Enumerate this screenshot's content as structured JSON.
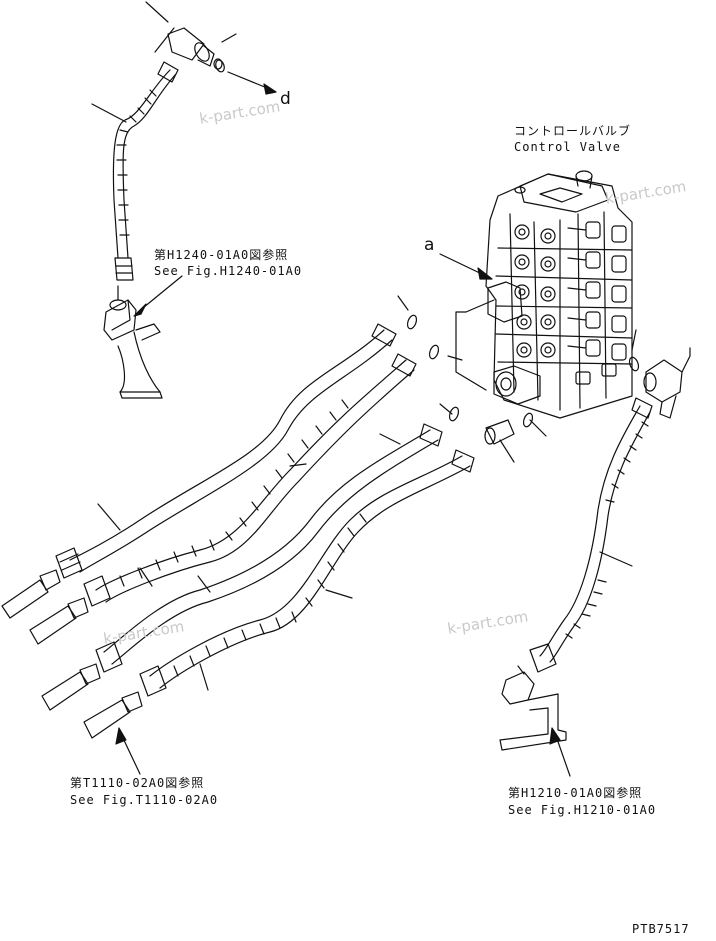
{
  "diagram": {
    "control_valve_jp": "コントロールバルブ",
    "control_valve_en": "Control Valve",
    "letter_a": "a",
    "letter_d": "d",
    "ref_top_jp": "第H1240-01A0図参照",
    "ref_top_en": "See Fig.H1240-01A0",
    "ref_left_jp": "第T1110-02A0図参照",
    "ref_left_en": "See Fig.T1110-02A0",
    "ref_right_jp": "第H1210-01A0図参照",
    "ref_right_en": "See Fig.H1210-01A0",
    "part_code": "PTB7517",
    "watermark": "k-part.com"
  },
  "colors": {
    "line": "#111111",
    "watermark": "#c9c9c9",
    "background": "#ffffff"
  }
}
